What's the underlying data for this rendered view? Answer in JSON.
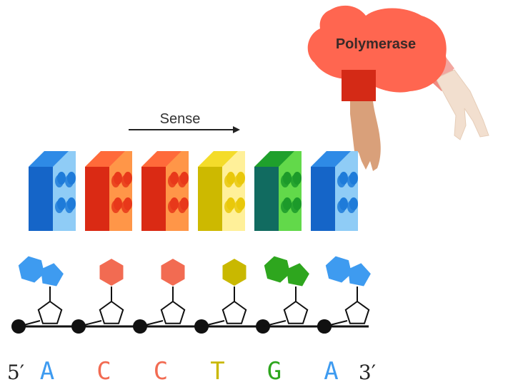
{
  "labels": {
    "enzyme": "Polymerase",
    "direction": "Sense",
    "five_prime": "5′",
    "three_prime": "3′"
  },
  "sequence": [
    {
      "letter": "A",
      "color": "#3E9BF0",
      "shape": "double-ring"
    },
    {
      "letter": "C",
      "color": "#F26B52",
      "shape": "single-ring"
    },
    {
      "letter": "C",
      "color": "#F26B52",
      "shape": "single-ring"
    },
    {
      "letter": "T",
      "color": "#C9B800",
      "shape": "single-ring"
    },
    {
      "letter": "G",
      "color": "#2EA61E",
      "shape": "double-ring"
    },
    {
      "letter": "A",
      "color": "#3E9BF0",
      "shape": "double-ring"
    }
  ],
  "blocks": [
    {
      "base": "A",
      "front": "#1565C8",
      "side": "#8FCCF6",
      "top": "#2E8AE6",
      "stud": "#1E7BD9"
    },
    {
      "base": "C",
      "front": "#DA2A14",
      "side": "#FF9648",
      "top": "#FF6A3A",
      "stud": "#E8381A"
    },
    {
      "base": "C",
      "front": "#DA2A14",
      "side": "#FF9648",
      "top": "#FF6A3A",
      "stud": "#E8381A"
    },
    {
      "base": "T",
      "front": "#CDB900",
      "side": "#FFF099",
      "top": "#F4DC2A",
      "stud": "#E9C80A"
    },
    {
      "base": "G",
      "front": "#116B60",
      "side": "#62D94A",
      "top": "#1FA02C",
      "stud": "#1C9A2A"
    },
    {
      "base": "A",
      "front": "#1565C8",
      "side": "#8FCCF6",
      "top": "#2E8AE6",
      "stud": "#1E7BD9"
    }
  ],
  "colors": {
    "polymerase_blob": "#FF6650",
    "backbone": "#111111"
  }
}
